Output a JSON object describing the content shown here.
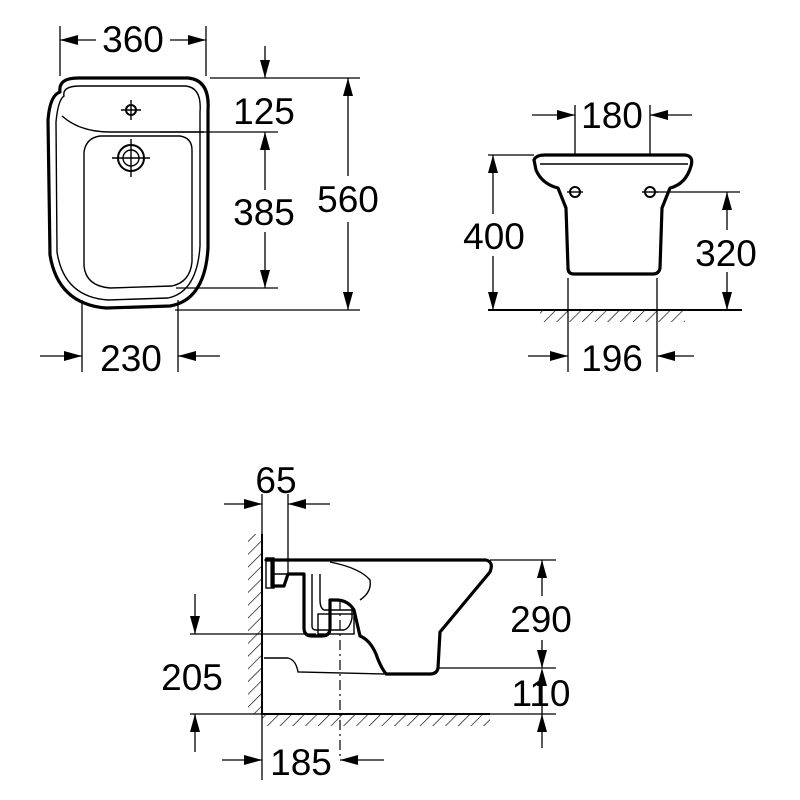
{
  "views": {
    "top": {
      "dims": {
        "overall_width": "360",
        "overall_depth": "560",
        "front_offset": "125",
        "bowl_length": "385",
        "rear_width": "230"
      }
    },
    "front": {
      "dims": {
        "tap_spacing": "180",
        "rim_height": "400",
        "inlet_height": "320",
        "base_width": "196"
      }
    },
    "side": {
      "dims": {
        "wall_offset": "65",
        "bowl_height": "290",
        "waste_height": "205",
        "bottom_height": "110",
        "waste_offset": "185"
      }
    }
  }
}
